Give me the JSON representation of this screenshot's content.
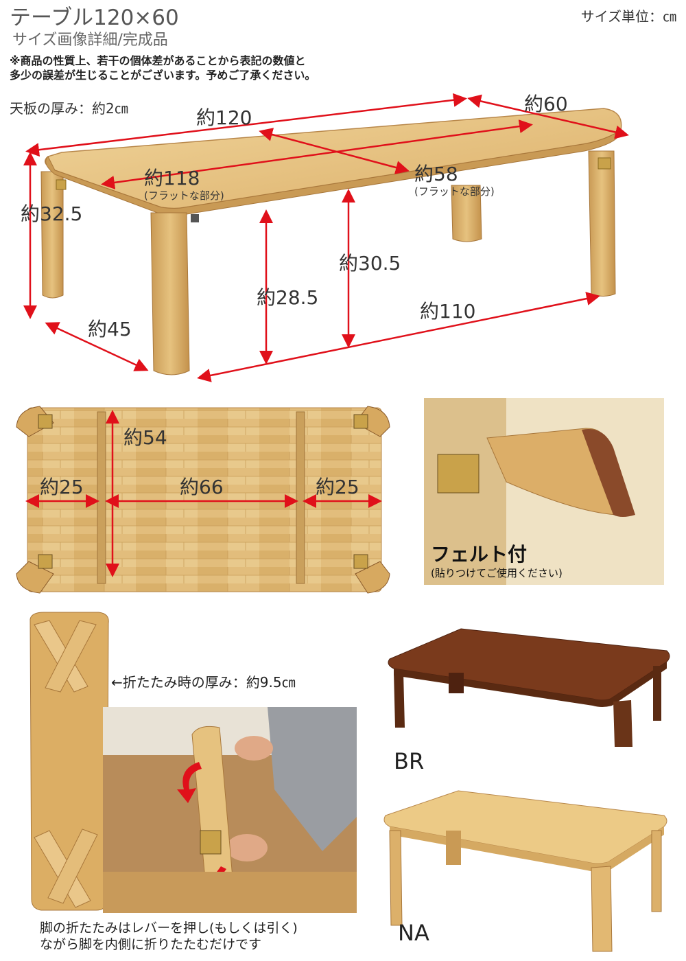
{
  "header": {
    "title": "テーブル120×60",
    "subtitle": "サイズ画像詳細/完成品",
    "unit_label": "サイズ単位：㎝",
    "notice_line1": "※商品の性質上、若干の個体差があることから表記の数値と",
    "notice_line2": "多少の誤差が生じることがございます。予めご了承ください。"
  },
  "dimensions": {
    "top_thickness": "天板の厚み：約2㎝",
    "length": "約120",
    "depth": "約60",
    "flat_length": "約118",
    "flat_length_note": "(フラットな部分)",
    "flat_depth": "約58",
    "flat_depth_note": "(フラットな部分)",
    "height": "約32.5",
    "under_height_inner": "約28.5",
    "under_height": "約30.5",
    "leg_span_depth": "約45",
    "leg_span_length": "約110"
  },
  "underside": {
    "brace_length": "約54",
    "left_margin": "約25",
    "center_span": "約66",
    "right_margin": "約25"
  },
  "felt": {
    "title": "フェルト付",
    "note": "(貼りつけてご使用ください)"
  },
  "folding": {
    "folded_thickness": "←折たたみ時の厚み：約9.5㎝",
    "caption_line1": "脚の折たたみはレバーを押し(もしくは引く)",
    "caption_line2": "ながら脚を内側に折りたたむだけです"
  },
  "colors": {
    "variants": [
      {
        "code": "BR",
        "hex": "#7a3a1c"
      },
      {
        "code": "NA",
        "hex": "#e6c07a"
      }
    ],
    "arrow": "#e0101a",
    "wood_light": "#e8c88a",
    "wood_mid": "#d6ac62",
    "wood_dark": "#b8874a"
  }
}
